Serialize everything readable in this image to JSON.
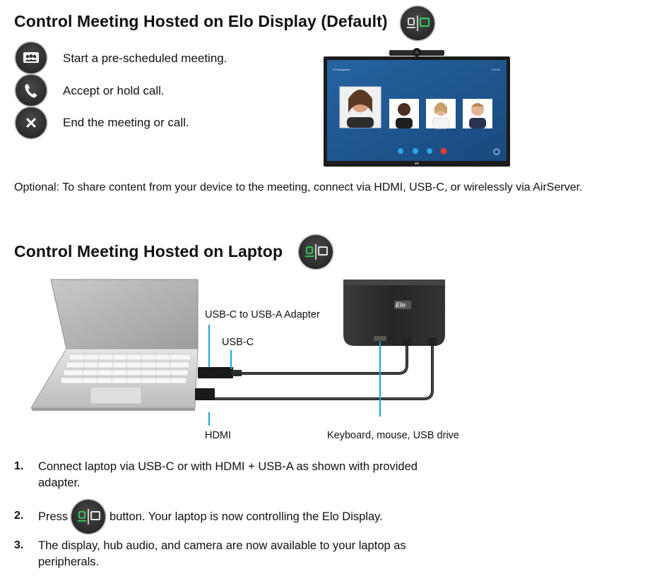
{
  "section1": {
    "title": "Control Meeting Hosted on Elo Display (Default)",
    "items": [
      {
        "icon": "calendar-people-icon",
        "text": "Start a pre-scheduled meeting."
      },
      {
        "icon": "phone-icon",
        "text": "Accept or hold call."
      },
      {
        "icon": "close-icon",
        "text": "End the meeting or call."
      }
    ],
    "screen": {
      "header_left": "4 Participants",
      "header_right": "1:13:20"
    },
    "optional": "Optional: To share content from your device to the meeting, connect via HDMI,  USB-C, or wirelessly via AirServer."
  },
  "section2": {
    "title": "Control Meeting Hosted on Laptop",
    "labels": {
      "adapter": "USB-C to USB-A Adapter",
      "usbc": "USB-C",
      "hdmi": "HDMI",
      "peripherals": "Keyboard, mouse, USB drive",
      "hub_logo": "Elo"
    },
    "steps": [
      {
        "num": "1.",
        "line1": "Connect laptop via USB-C or with HDMI + USB-A as shown with provided",
        "line2": "adapter."
      },
      {
        "num": "2.",
        "before": "Press",
        "after": "button. Your laptop is now controlling the Elo Display."
      },
      {
        "num": "3.",
        "line1": "The display, hub audio, and camera are now available to your laptop as",
        "line2": "peripherals."
      }
    ]
  },
  "colors": {
    "accent_green": "#2fd35a",
    "cyan_line": "#1aa3dc",
    "screen_blue": "#1f5a96"
  }
}
